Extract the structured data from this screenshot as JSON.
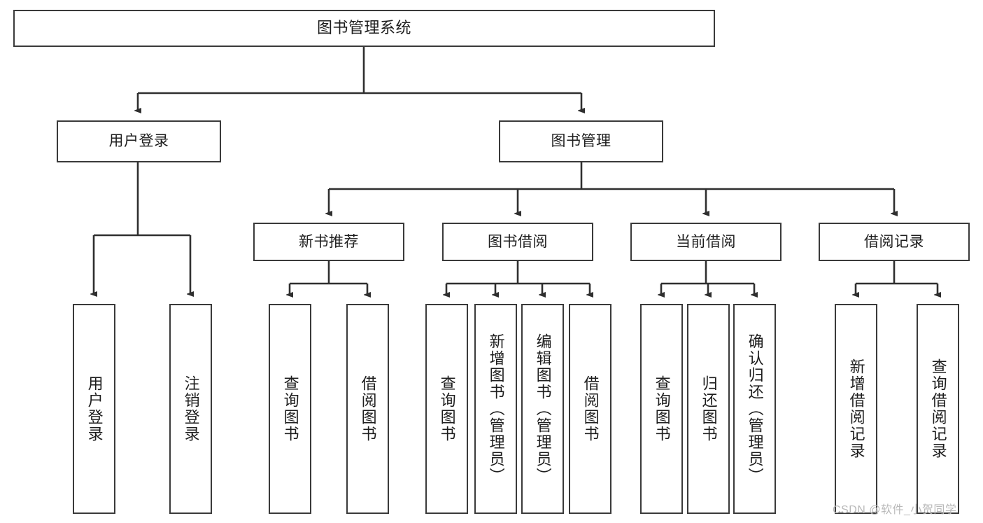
{
  "diagram": {
    "title": "图书管理系统",
    "type": "tree-hierarchy-diagram",
    "colors": {
      "box_border": "#3a3a3a",
      "box_fill": "#ffffff",
      "connector": "#2f2f2f",
      "text": "#1d1d1d",
      "watermark": "#b9b9b9"
    },
    "root": {
      "label": "图书管理系统"
    },
    "level1": [
      {
        "label": "用户登录"
      },
      {
        "label": "图书管理"
      }
    ],
    "level2": [
      {
        "label": "新书推荐"
      },
      {
        "label": "图书借阅"
      },
      {
        "label": "当前借阅"
      },
      {
        "label": "借阅记录"
      }
    ],
    "leaves": {
      "user_login": [
        {
          "label": "用户登录"
        },
        {
          "label": "注销登录"
        }
      ],
      "new_book_recommend": [
        {
          "label": "查询图书"
        },
        {
          "label": "借阅图书"
        }
      ],
      "book_borrow": [
        {
          "label": "查询图书"
        },
        {
          "label": "新增图书（管理员）"
        },
        {
          "label": "编辑图书（管理员）"
        },
        {
          "label": "借阅图书"
        }
      ],
      "current_borrow": [
        {
          "label": "查询图书"
        },
        {
          "label": "归还图书"
        },
        {
          "label": "确认归还（管理员）"
        }
      ],
      "borrow_record": [
        {
          "label": "新增借阅记录"
        },
        {
          "label": "查询借阅记录"
        }
      ]
    },
    "watermark": "CSDN @软件_小贺同学"
  }
}
